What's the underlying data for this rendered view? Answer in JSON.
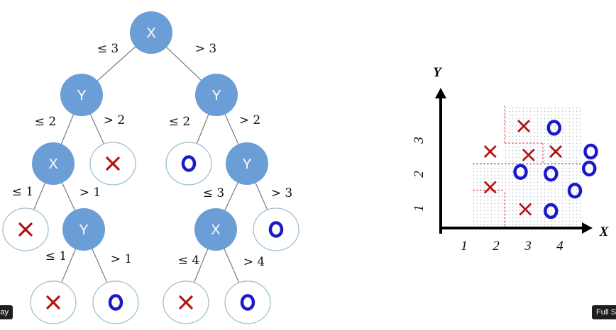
{
  "tree": {
    "nodes": [
      {
        "id": "n1",
        "kind": "split",
        "label": "X"
      },
      {
        "id": "n2",
        "kind": "split",
        "label": "Y"
      },
      {
        "id": "n3",
        "kind": "split",
        "label": "Y"
      },
      {
        "id": "n4",
        "kind": "split",
        "label": "X"
      },
      {
        "id": "n5",
        "kind": "leaf",
        "label": "",
        "glyph": "cross"
      },
      {
        "id": "n6",
        "kind": "leaf",
        "label": "",
        "glyph": "circle"
      },
      {
        "id": "n7",
        "kind": "split",
        "label": "Y"
      },
      {
        "id": "n8",
        "kind": "leaf",
        "label": "",
        "glyph": "cross"
      },
      {
        "id": "n9",
        "kind": "split",
        "label": "Y"
      },
      {
        "id": "n10",
        "kind": "split",
        "label": "X"
      },
      {
        "id": "n11",
        "kind": "leaf",
        "label": "",
        "glyph": "circle"
      },
      {
        "id": "n12",
        "kind": "leaf",
        "label": "",
        "glyph": "cross"
      },
      {
        "id": "n13",
        "kind": "leaf",
        "label": "",
        "glyph": "circle"
      },
      {
        "id": "n14",
        "kind": "leaf",
        "label": "",
        "glyph": "cross"
      },
      {
        "id": "n15",
        "kind": "leaf",
        "label": "",
        "glyph": "circle"
      }
    ],
    "edges": [
      {
        "from": "n1",
        "to": "n2",
        "label": "≤ 3"
      },
      {
        "from": "n1",
        "to": "n3",
        "label": "> 3"
      },
      {
        "from": "n2",
        "to": "n4",
        "label": "≤ 2"
      },
      {
        "from": "n2",
        "to": "n5",
        "label": "> 2"
      },
      {
        "from": "n3",
        "to": "n6",
        "label": "≤ 2"
      },
      {
        "from": "n3",
        "to": "n7",
        "label": "> 2"
      },
      {
        "from": "n4",
        "to": "n8",
        "label": "≤ 1"
      },
      {
        "from": "n4",
        "to": "n9",
        "label": "> 1"
      },
      {
        "from": "n7",
        "to": "n10",
        "label": "≤ 3"
      },
      {
        "from": "n7",
        "to": "n11",
        "label": "> 3"
      },
      {
        "from": "n9",
        "to": "n12",
        "label": "≤ 1"
      },
      {
        "from": "n9",
        "to": "n13",
        "label": "> 1"
      },
      {
        "from": "n10",
        "to": "n14",
        "label": "≤ 4"
      },
      {
        "from": "n10",
        "to": "n15",
        "label": "> 4"
      }
    ]
  },
  "scatter": {
    "x_axis_label": "X",
    "y_axis_label": "Y",
    "x_ticks": [
      "1",
      "2",
      "3",
      "4"
    ],
    "y_ticks": [
      "1",
      "2",
      "3"
    ],
    "points": [
      {
        "x": 2.6,
        "y": 3.0,
        "cls": "cross"
      },
      {
        "x": 3.55,
        "y": 2.95,
        "cls": "circle"
      },
      {
        "x": 1.55,
        "y": 2.25,
        "cls": "cross"
      },
      {
        "x": 2.75,
        "y": 2.15,
        "cls": "cross"
      },
      {
        "x": 3.6,
        "y": 2.25,
        "cls": "cross"
      },
      {
        "x": 4.7,
        "y": 2.25,
        "cls": "circle"
      },
      {
        "x": 4.65,
        "y": 1.75,
        "cls": "circle"
      },
      {
        "x": 2.5,
        "y": 1.65,
        "cls": "circle"
      },
      {
        "x": 3.45,
        "y": 1.6,
        "cls": "circle"
      },
      {
        "x": 1.55,
        "y": 1.2,
        "cls": "cross"
      },
      {
        "x": 4.2,
        "y": 1.1,
        "cls": "circle"
      },
      {
        "x": 2.65,
        "y": 0.55,
        "cls": "cross"
      },
      {
        "x": 3.45,
        "y": 0.5,
        "cls": "circle"
      }
    ]
  },
  "colors": {
    "split_fill": "#6b9ed6",
    "leaf_ring": "#9fbfd3",
    "cross": "#b01414",
    "circle": "#1a1ac8",
    "edge": "#7a7a7a",
    "region_dots": "#a9b4c8",
    "region_border": "#e05050"
  },
  "overlay": {
    "left_button": "ay",
    "right_button": "Full S"
  }
}
